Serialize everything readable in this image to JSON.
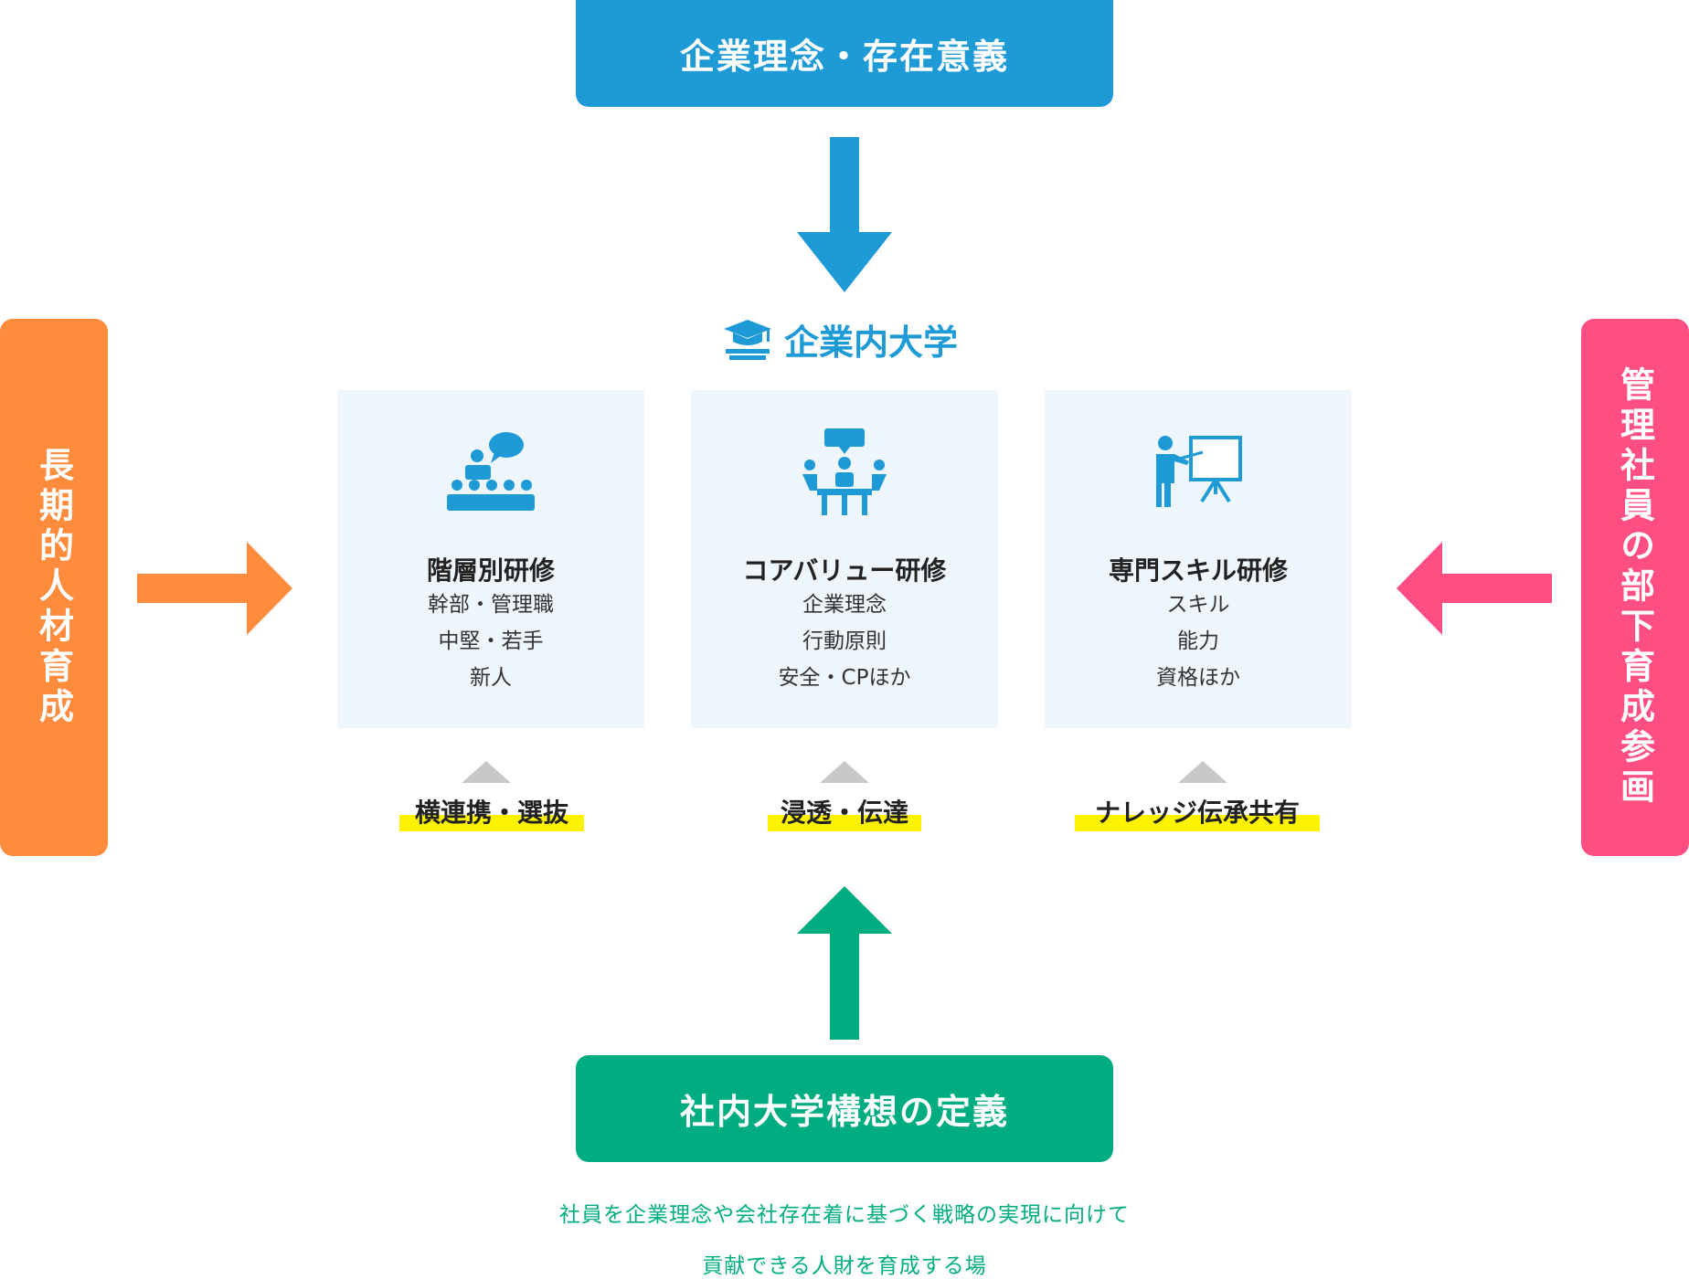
{
  "top_box": {
    "label": "企業理念・存在意義"
  },
  "university": {
    "title": "企業内大学",
    "icon": "graduation-cap-icon"
  },
  "left_panel": {
    "label": "長期的人材育成"
  },
  "right_panel": {
    "label": "管理社員の部下育成参画"
  },
  "cards": [
    {
      "icon": "lecture-audience-icon",
      "title": "階層別研修",
      "items": [
        "幹部・管理職",
        "中堅・若手",
        "新人"
      ],
      "highlight": "横連携・選抜"
    },
    {
      "icon": "group-meeting-icon",
      "title": "コアバリュー研修",
      "items": [
        "企業理念",
        "行動原則",
        "安全・CPほか"
      ],
      "highlight": "浸透・伝達"
    },
    {
      "icon": "presentation-board-icon",
      "title": "専門スキル研修",
      "items": [
        "スキル",
        "能力",
        "資格ほか"
      ],
      "highlight": "ナレッジ伝承共有"
    }
  ],
  "bottom_box": {
    "label": "社内大学構想の定義"
  },
  "bottom_description": {
    "line1": "社員を企業理念や会社存在着に基づく戦略の実現に向けて",
    "line2": "貢献できる人財を育成する場"
  },
  "colors": {
    "blue": "#1e9ad6",
    "green": "#00ad81",
    "orange": "#ff8b3d",
    "pink": "#ff4f82",
    "card_bg": "#eef6fb",
    "highlight": "#fff200"
  }
}
